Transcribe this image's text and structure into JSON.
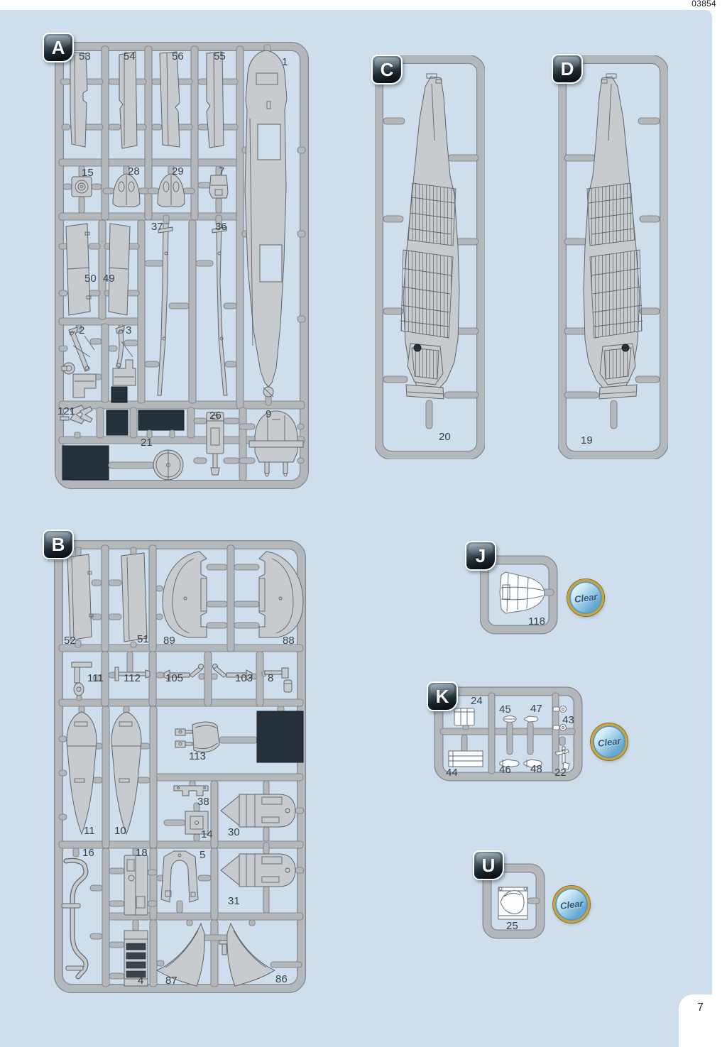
{
  "page": {
    "kit_number": "03854",
    "page_number": "7"
  },
  "labels": {
    "clear": "Clear"
  },
  "colors": {
    "background_blue": "#cedeec",
    "sprue_gray": "#b4b8bb",
    "part_gray": "#c7cbcd",
    "dark_part": "#25303a",
    "clear_ring_gold": "#c9a33c",
    "clear_fill_blue": "#94c6e3",
    "label_color": "#3a4047"
  },
  "sprues": {
    "A": {
      "letter": "A",
      "parts": [
        "53",
        "54",
        "56",
        "55",
        "1",
        "15",
        "28",
        "29",
        "7",
        "50",
        "49",
        "37",
        "36",
        "2",
        "3",
        "121",
        "26",
        "9",
        "21"
      ]
    },
    "B": {
      "letter": "B",
      "parts": [
        "52",
        "51",
        "89",
        "88",
        "111",
        "112",
        "105",
        "103",
        "8",
        "11",
        "10",
        "113",
        "38",
        "14",
        "30",
        "16",
        "18",
        "5",
        "31",
        "4",
        "87",
        "86"
      ]
    },
    "C": {
      "letter": "C",
      "parts": [
        "20"
      ]
    },
    "D": {
      "letter": "D",
      "parts": [
        "19"
      ]
    },
    "J": {
      "letter": "J",
      "parts": [
        "118"
      ]
    },
    "K": {
      "letter": "K",
      "parts": [
        "24",
        "45",
        "47",
        "43",
        "44",
        "46",
        "48",
        "22"
      ]
    },
    "U": {
      "letter": "U",
      "parts": [
        "25"
      ]
    }
  }
}
